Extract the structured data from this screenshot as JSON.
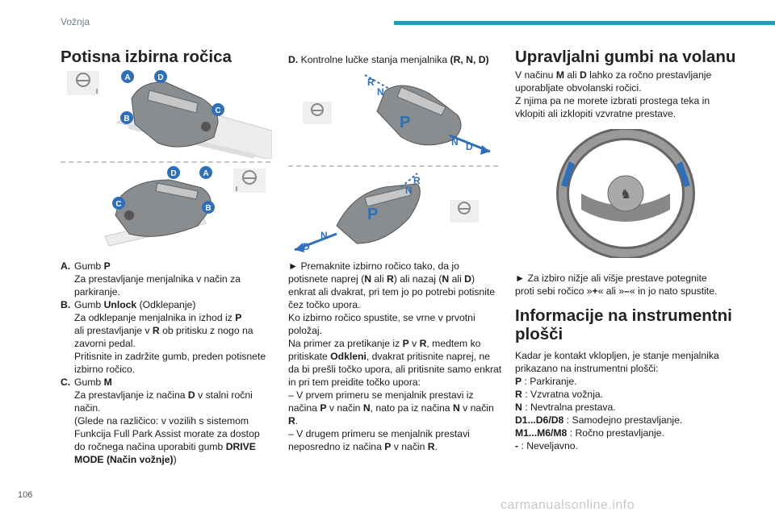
{
  "header": {
    "section_label": "Vožnja"
  },
  "page_number": "106",
  "watermark": "carmanualsonline.info",
  "colors": {
    "accent": "#1a9fb5",
    "badge": "#2e6fb7"
  },
  "left": {
    "title": "Potisna izbirna ročica",
    "figure_top_badges": [
      "A",
      "D",
      "C",
      "B"
    ],
    "figure_bottom_badges": [
      "D",
      "A",
      "C",
      "B"
    ],
    "items": [
      {
        "letter": "A.",
        "lines": [
          [
            {
              "t": "Gumb "
            },
            {
              "t": "P",
              "b": true
            }
          ],
          [
            {
              "t": "Za prestavljanje menjalnika v način za"
            }
          ],
          [
            {
              "t": "parkiranje."
            }
          ]
        ]
      },
      {
        "letter": "B.",
        "lines": [
          [
            {
              "t": "Gumb "
            },
            {
              "t": "Unlock",
              "b": true
            },
            {
              "t": " (Odklepanje)"
            }
          ],
          [
            {
              "t": "Za odklepanje menjalnika in izhod iz "
            },
            {
              "t": "P",
              "b": true
            }
          ],
          [
            {
              "t": "ali prestavljanje v "
            },
            {
              "t": "R",
              "b": true
            },
            {
              "t": " ob pritisku z nogo na"
            }
          ],
          [
            {
              "t": "zavorni pedal."
            }
          ],
          [
            {
              "t": "Pritisnite in zadržite gumb, preden potisnete"
            }
          ],
          [
            {
              "t": "izbirno ročico."
            }
          ]
        ]
      },
      {
        "letter": "C.",
        "lines": [
          [
            {
              "t": "Gumb "
            },
            {
              "t": "M",
              "b": true
            }
          ],
          [
            {
              "t": "Za prestavljanje iz načina "
            },
            {
              "t": "D",
              "b": true
            },
            {
              "t": " v stalni ročni"
            }
          ],
          [
            {
              "t": "način."
            }
          ],
          [
            {
              "t": "(Glede na različico: v vozilih s sistemom"
            }
          ],
          [
            {
              "t": "Funkcija Full Park Assist morate za dostop"
            }
          ],
          [
            {
              "t": "do ročnega načina uporabiti gumb "
            },
            {
              "t": "DRIVE",
              "b": true
            }
          ],
          [
            {
              "t": "MODE (Način vožnje)",
              "b": true
            },
            {
              "t": ")"
            }
          ]
        ]
      }
    ]
  },
  "middle": {
    "item_d": [
      {
        "t": "D.",
        "b": true
      },
      {
        "t": " Kontrolne lučke stanja menjalnika "
      },
      {
        "t": "(R, N, D)",
        "b": true
      }
    ],
    "figure_top_glyphs": [
      "R",
      "N",
      "P",
      "N",
      "D"
    ],
    "figure_bottom_glyphs": [
      "R",
      "N",
      "P",
      "N",
      "D"
    ],
    "lines": [
      [
        {
          "t": "► Premaknite izbirno ročico tako, da jo"
        }
      ],
      [
        {
          "t": "potisnete naprej ("
        },
        {
          "t": "N",
          "b": true
        },
        {
          "t": " ali "
        },
        {
          "t": "R",
          "b": true
        },
        {
          "t": ") ali nazaj ("
        },
        {
          "t": "N",
          "b": true
        },
        {
          "t": " ali "
        },
        {
          "t": "D",
          "b": true
        },
        {
          "t": ")"
        }
      ],
      [
        {
          "t": "enkrat ali dvakrat, pri tem jo po potrebi potisnite"
        }
      ],
      [
        {
          "t": "čez točko upora."
        }
      ],
      [
        {
          "t": "Ko izbirno ročico spustite, se vrne v prvotni"
        }
      ],
      [
        {
          "t": "položaj."
        }
      ],
      [
        {
          "t": "Na primer za pretikanje iz "
        },
        {
          "t": "P",
          "b": true
        },
        {
          "t": " v  "
        },
        {
          "t": "R",
          "b": true
        },
        {
          "t": ", medtem ko"
        }
      ],
      [
        {
          "t": "pritiskate "
        },
        {
          "t": "Odkleni",
          "b": true
        },
        {
          "t": ", dvakrat pritisnite naprej, ne"
        }
      ],
      [
        {
          "t": "da bi prešli točko upora, ali pritisnite samo enkrat"
        }
      ],
      [
        {
          "t": "in pri tem preidite točko upora:"
        }
      ],
      [
        {
          "t": "– V prvem primeru se menjalnik prestavi iz"
        }
      ],
      [
        {
          "t": "načina "
        },
        {
          "t": "P",
          "b": true
        },
        {
          "t": " v način "
        },
        {
          "t": "N",
          "b": true
        },
        {
          "t": ", nato pa iz načina "
        },
        {
          "t": "N",
          "b": true
        },
        {
          "t": " v način"
        }
      ],
      [
        {
          "t": "R",
          "b": true
        },
        {
          "t": "."
        }
      ],
      [
        {
          "t": "– V drugem primeru se menjalnik prestavi"
        }
      ],
      [
        {
          "t": "neposredno iz načina "
        },
        {
          "t": "P",
          "b": true
        },
        {
          "t": " v način "
        },
        {
          "t": "R",
          "b": true
        },
        {
          "t": "."
        }
      ]
    ]
  },
  "right": {
    "title1": "Upravljalni gumbi na volanu",
    "intro_lines": [
      [
        {
          "t": "V načinu "
        },
        {
          "t": "M",
          "b": true
        },
        {
          "t": " ali "
        },
        {
          "t": "D",
          "b": true
        },
        {
          "t": " lahko za ročno prestavljanje"
        }
      ],
      [
        {
          "t": "uporabljate obvolanski ročici."
        }
      ],
      [
        {
          "t": "Z njima pa ne morete izbrati prostega teka in"
        }
      ],
      [
        {
          "t": "vklopiti ali izklopiti vzvratne prestave."
        }
      ]
    ],
    "instruction_lines": [
      [
        {
          "t": "► Za izbiro nižje ali višje prestave potegnite"
        }
      ],
      [
        {
          "t": "proti sebi ročico »"
        },
        {
          "t": "+",
          "b": true
        },
        {
          "t": "« ali »"
        },
        {
          "t": "–",
          "b": true
        },
        {
          "t": "« in jo nato spustite."
        }
      ]
    ],
    "title2_line1": "Informacije na instrumentni",
    "title2_line2": "plošči",
    "info_lines": [
      [
        {
          "t": "Kadar je kontakt vklopljen, je stanje menjalnika"
        }
      ],
      [
        {
          "t": "prikazano na instrumentni plošči:"
        }
      ],
      [
        {
          "t": "P",
          "b": true
        },
        {
          "t": " : Parkiranje."
        }
      ],
      [
        {
          "t": "R",
          "b": true
        },
        {
          "t": " : Vzvratna vožnja."
        }
      ],
      [
        {
          "t": "N",
          "b": true
        },
        {
          "t": " : Nevtralna prestava."
        }
      ],
      [
        {
          "t": "D1...D6/D8",
          "b": true
        },
        {
          "t": " : Samodejno prestavljanje."
        }
      ],
      [
        {
          "t": "M1...M6/M8",
          "b": true
        },
        {
          "t": " : Ročno prestavljanje."
        }
      ],
      [
        {
          "t": "-",
          "b": true
        },
        {
          "t": " : Neveljavno."
        }
      ]
    ]
  }
}
